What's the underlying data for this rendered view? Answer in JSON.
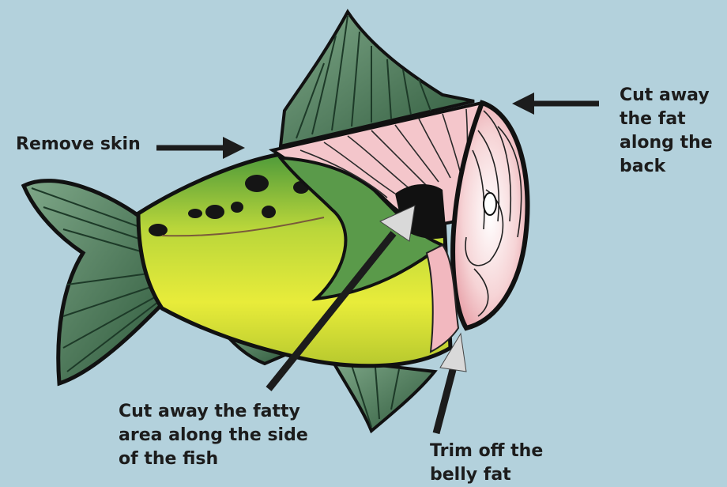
{
  "labels": {
    "remove_skin": "Remove skin",
    "cut_fat_back": "Cut away\nthe fat\nalong the\nback",
    "cut_fatty_side": "Cut away the fatty\narea along the side\nof the fish",
    "trim_belly": "Trim off the\nbelly fat"
  },
  "colors": {
    "background": "#b3d1dc",
    "fin_green": "#4f7f5c",
    "body_yellow": "#d6e03a",
    "body_green": "#6aa43a",
    "flesh_pink": "#f2c4c8",
    "outline": "#111111",
    "arrow_dark": "#1c1c1c",
    "arrow_light": "#d9d9d9"
  }
}
